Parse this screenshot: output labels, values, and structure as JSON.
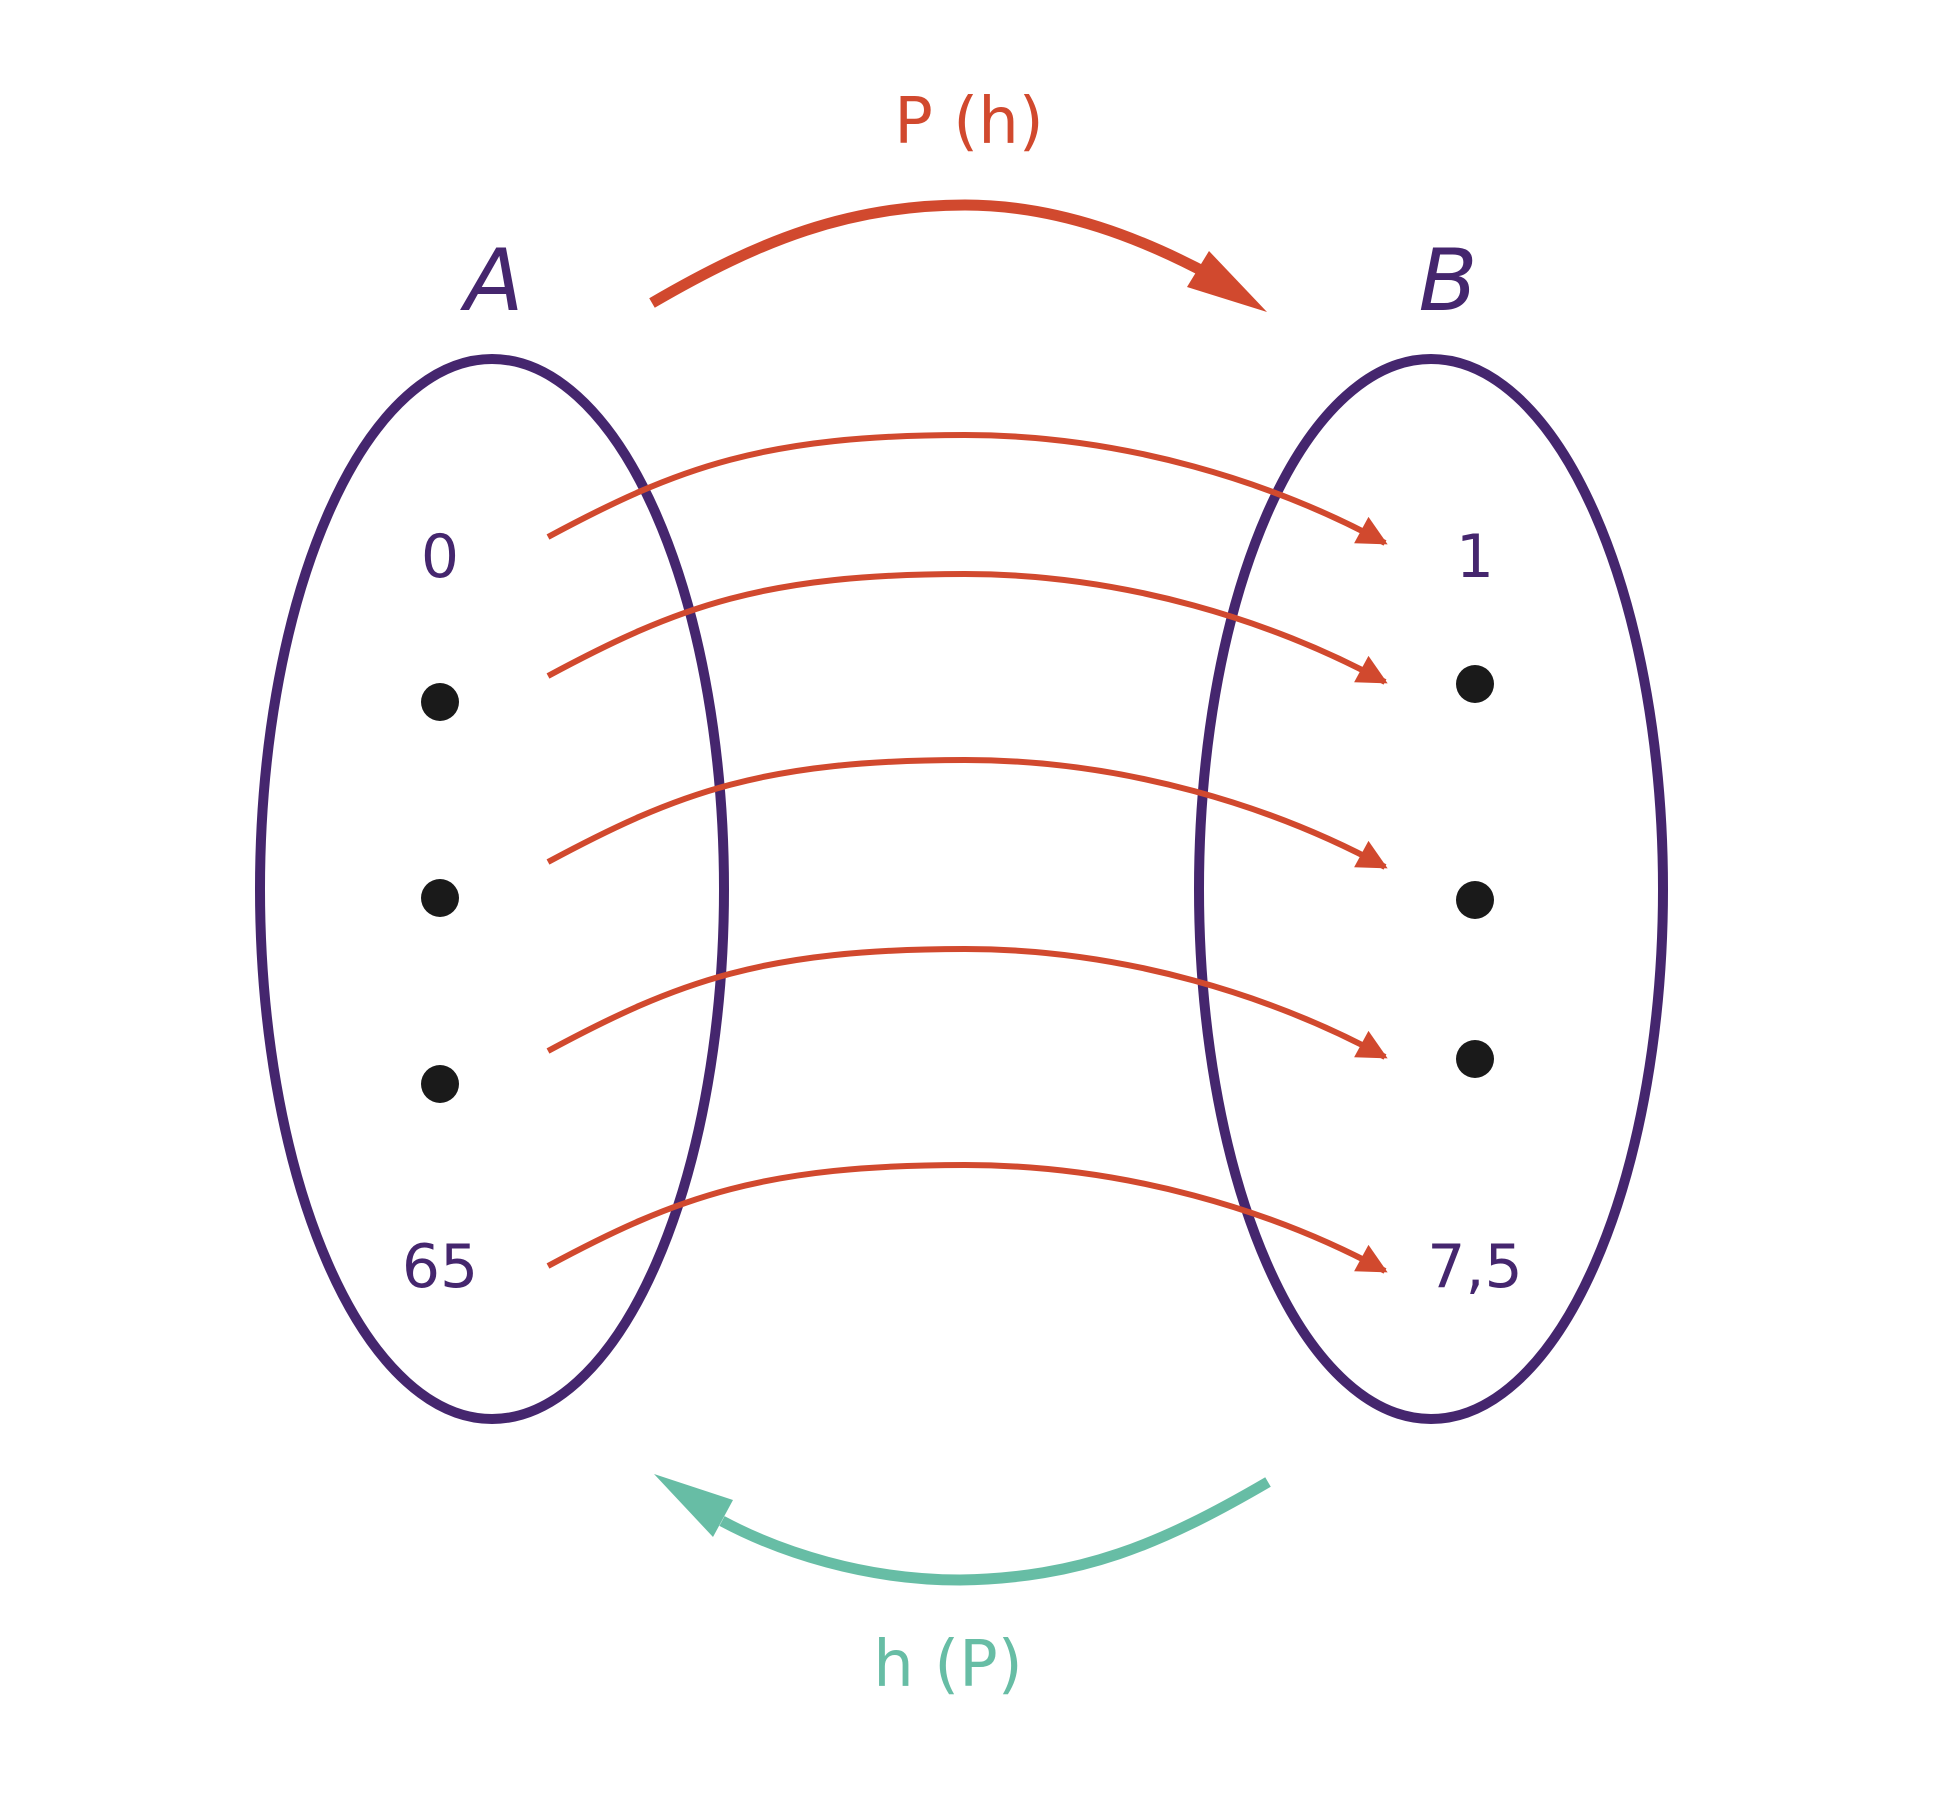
{
  "colors": {
    "set_outline": "#45266e",
    "forward": "#d1492e",
    "backward": "#67bda5",
    "dot": "#1a1a1a",
    "element_text": "#45266e"
  },
  "sets": {
    "a": {
      "label": "A",
      "elements": [
        "0",
        "",
        "",
        "",
        "65"
      ]
    },
    "b": {
      "label": "B",
      "elements": [
        "1",
        "",
        "",
        "",
        "7,5"
      ]
    }
  },
  "mappings": {
    "forward_label": "P (h)",
    "backward_label": "h (P)",
    "pairs": [
      [
        0,
        0
      ],
      [
        1,
        1
      ],
      [
        2,
        2
      ],
      [
        3,
        3
      ],
      [
        4,
        4
      ]
    ]
  }
}
